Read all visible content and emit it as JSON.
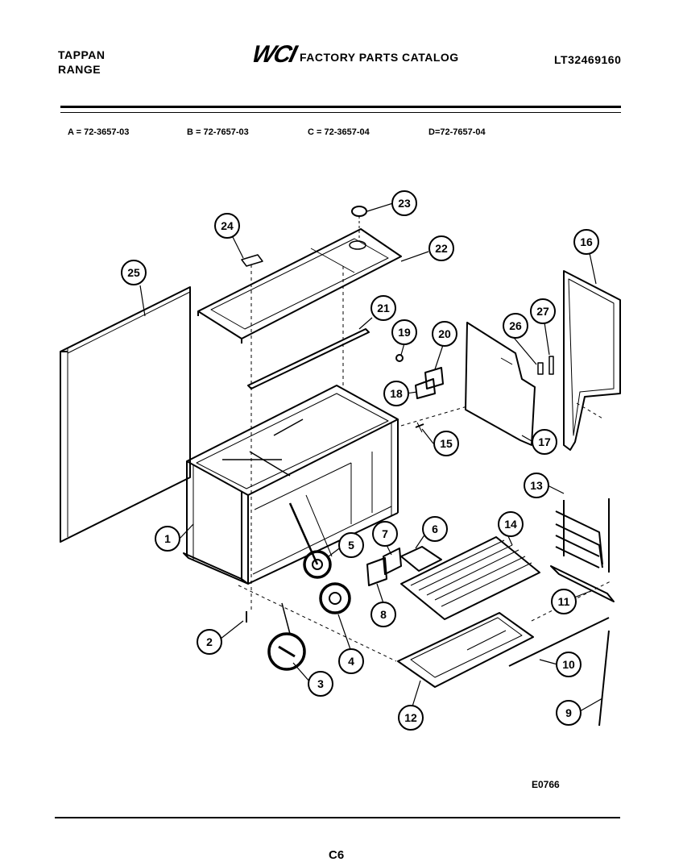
{
  "header": {
    "brand": "TAPPAN",
    "product": "RANGE",
    "logo_text": "WCI",
    "catalog_title": "FACTORY PARTS CATALOG",
    "catalog_number": "LT32469160"
  },
  "models": [
    {
      "label": "A = 72-3657-03"
    },
    {
      "label": "B = 72-7657-03"
    },
    {
      "label": "C = 72-3657-04"
    },
    {
      "label": "D=72-7657-04"
    }
  ],
  "diagram": {
    "callouts": [
      "1",
      "2",
      "3",
      "4",
      "5",
      "6",
      "7",
      "8",
      "9",
      "10",
      "11",
      "12",
      "13",
      "14",
      "15",
      "16",
      "17",
      "18",
      "19",
      "20",
      "21",
      "22",
      "23",
      "24",
      "25",
      "26",
      "27"
    ],
    "drawing_code": "E0766"
  },
  "footer": {
    "page_code": "C6"
  }
}
